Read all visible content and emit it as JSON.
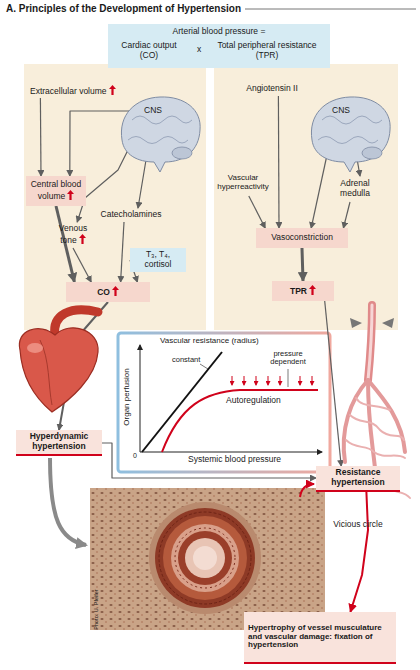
{
  "diagram": {
    "title": "A. Principles of the Development of Hypertension",
    "nodes": [
      {
        "text": [
          "Arterial blood pressure =",
          "Cardiac output (CO)",
          "x",
          "Total peripheral resistance (TPR)"
        ]
      },
      {
        "text": [
          "Extracellular volume"
        ]
      },
      {
        "text": [
          "CNS"
        ]
      },
      {
        "text": [
          "Central blood volume"
        ]
      },
      {
        "text": [
          "Venous tone"
        ]
      },
      {
        "text": [
          "Catecholamines"
        ]
      },
      {
        "text": [
          "T₃, T₄, cortisol"
        ]
      },
      {
        "text": [
          "CO"
        ]
      },
      {
        "text": [
          "Hyperdynamic hypertension"
        ]
      },
      {
        "text": [
          "Angiotensin II"
        ]
      },
      {
        "text": [
          "CNS"
        ]
      },
      {
        "text": [
          "Vascular hyperreactivity"
        ]
      },
      {
        "text": [
          "Adrenal medulla"
        ]
      },
      {
        "text": [
          "Vasoconstriction"
        ]
      },
      {
        "text": [
          "TPR"
        ]
      },
      {
        "text": [
          "Resistance hypertension"
        ]
      },
      {
        "text": [
          "Hypertrophy of vessel musculature and vascular damage: fixation of hypertension"
        ]
      }
    ],
    "edges": [
      {
        "from": 1,
        "to": 3,
        "arrow": "to"
      },
      {
        "from": 2,
        "to": 3,
        "arrow": "to"
      },
      {
        "from": 2,
        "to": 4,
        "arrow": "to"
      },
      {
        "from": 2,
        "to": 5,
        "arrow": "to"
      },
      {
        "from": 3,
        "to": 7,
        "arrow": "to"
      },
      {
        "from": 4,
        "to": 7,
        "arrow": "to"
      },
      {
        "from": 5,
        "to": 7,
        "arrow": "to"
      },
      {
        "from": 6,
        "to": 7,
        "arrow": "to"
      },
      {
        "from": 7,
        "to": 8,
        "arrow": "to"
      },
      {
        "from": 8,
        "to": 15,
        "arrow": "to"
      },
      {
        "from": 9,
        "to": 13,
        "arrow": "to"
      },
      {
        "from": 11,
        "to": 13,
        "arrow": "to"
      },
      {
        "from": 10,
        "to": 13,
        "arrow": "to"
      },
      {
        "from": 10,
        "to": 12,
        "arrow": "to"
      },
      {
        "from": 12,
        "to": 13,
        "arrow": "to"
      },
      {
        "from": 13,
        "to": 14,
        "arrow": "to"
      },
      {
        "from": 14,
        "to": 15,
        "arrow": "to"
      },
      {
        "from": 15,
        "to": 16,
        "arrow": "to"
      }
    ],
    "labels": [
      "Vascular resistance (radius)",
      "constant",
      "pressure dependent",
      "Autoregulation",
      "Organ perfusion",
      "Systemic blood pressure",
      "0",
      "Vicious circle",
      "Photo: U. Pfeifer"
    ]
  }
}
